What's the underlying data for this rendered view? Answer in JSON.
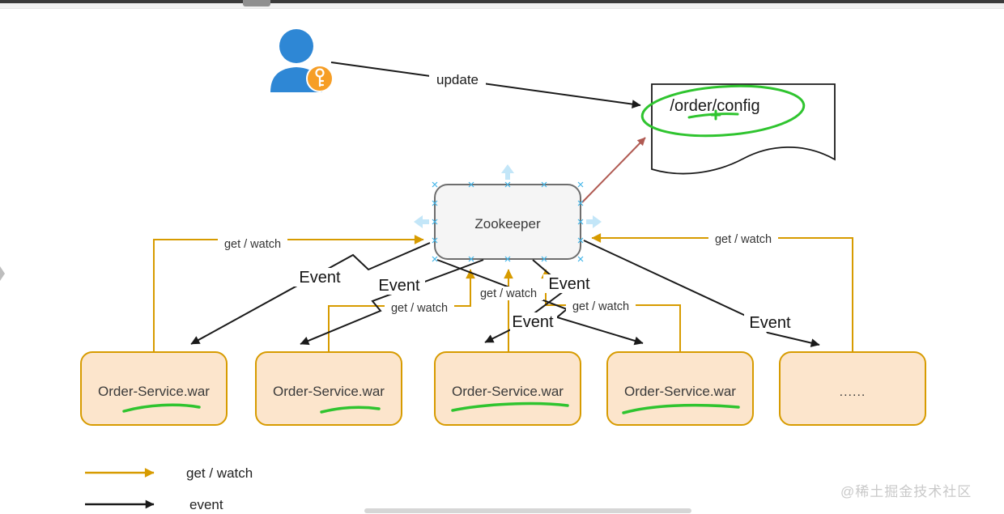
{
  "chrome": {
    "watermark": "@稀土掘金技术社区"
  },
  "diagram": {
    "actor": {
      "name": "admin-user-with-key"
    },
    "update_edge": {
      "label": "update"
    },
    "config_doc": {
      "label": "/order/config"
    },
    "zookeeper": {
      "label": "Zookeeper"
    },
    "services": [
      {
        "label": "Order-Service.war"
      },
      {
        "label": "Order-Service.war"
      },
      {
        "label": "Order-Service.war"
      },
      {
        "label": "Order-Service.war"
      },
      {
        "label": "......"
      }
    ],
    "get_watch_edges": [
      {
        "label": "get / watch"
      },
      {
        "label": "get / watch"
      },
      {
        "label": "get / watch"
      },
      {
        "label": "get / watch"
      },
      {
        "label": "get / watch"
      }
    ],
    "event_edges": [
      {
        "label": "Event"
      },
      {
        "label": "Event"
      },
      {
        "label": "Event"
      },
      {
        "label": "Event"
      },
      {
        "label": "Event"
      }
    ],
    "legend": {
      "get_watch_label": "get / watch",
      "event_label": "event"
    },
    "colors": {
      "get_watch_arrow": "#d79b00",
      "event_arrow": "#1a1a1a",
      "update_notify_arrow": "#b05a52",
      "service_fill": "#fce5cc",
      "service_stroke": "#d79b00",
      "zookeeper_fill": "#f5f5f5",
      "zookeeper_stroke": "#6e6e6e",
      "annotation_green": "#2fc42f",
      "actor_blue": "#2e87d5",
      "badge_orange": "#f69e26",
      "selection_blue": "#3fb3e8"
    }
  }
}
